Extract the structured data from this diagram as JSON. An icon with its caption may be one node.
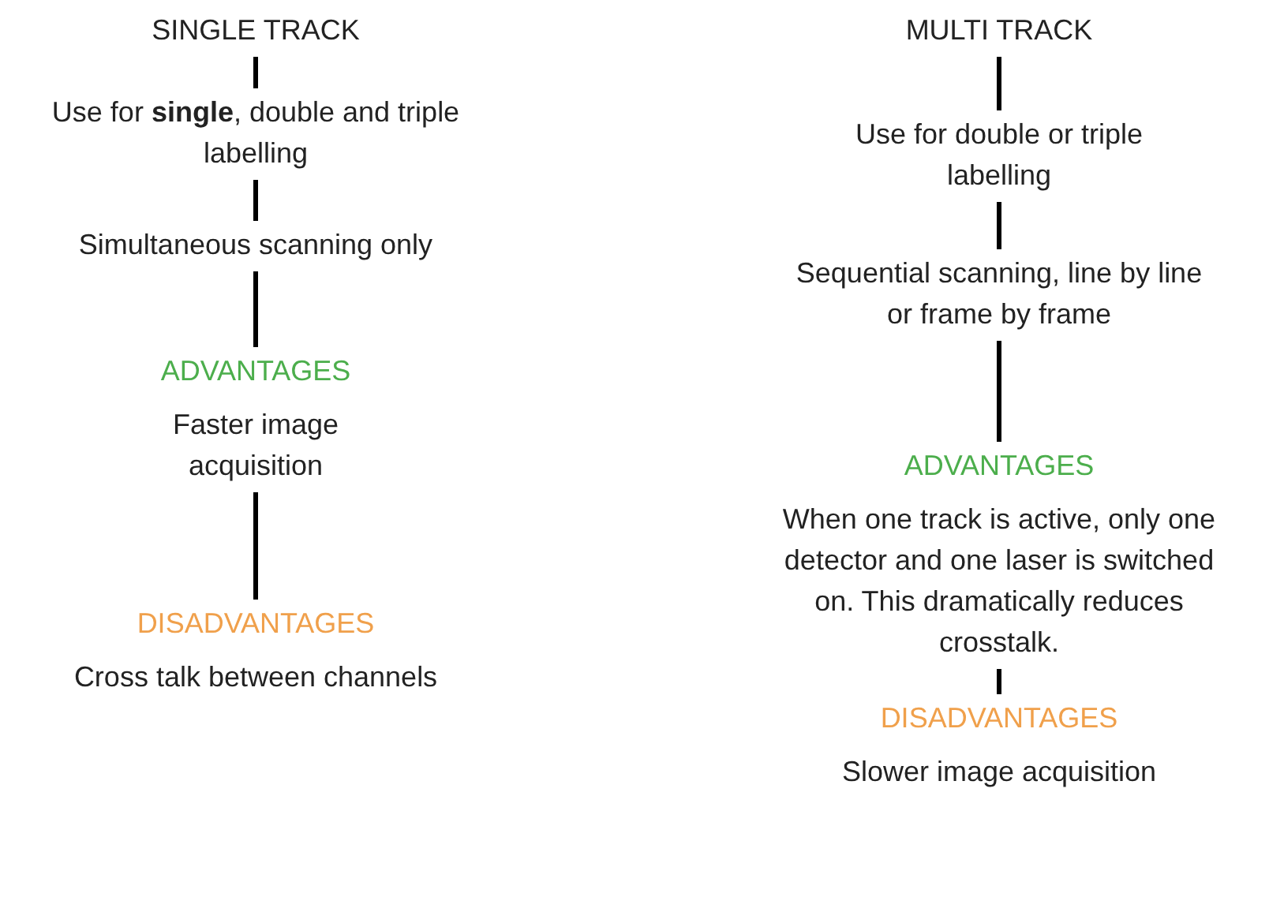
{
  "diagram": {
    "nodes": [
      {
        "text": [
          "SINGLE TRACK"
        ]
      },
      {
        "text": [
          "Use for **single**, double and triple labelling"
        ]
      },
      {
        "text": [
          "Simultaneous scanning only"
        ]
      },
      {
        "text": [
          "ADVANTAGES",
          "Faster image acquisition"
        ]
      },
      {
        "text": [
          "DISADVANTAGES",
          "Cross talk between channels"
        ]
      },
      {
        "text": [
          "MULTI TRACK"
        ]
      },
      {
        "text": [
          "Use for double or triple labelling"
        ]
      },
      {
        "text": [
          "Sequential scanning, line by line or frame by frame"
        ]
      },
      {
        "text": [
          "ADVANTAGES",
          "When one track is active, only one detector and one laser is switched on. This dramatically reduces crosstalk."
        ]
      },
      {
        "text": [
          "DISADVANTAGES",
          "Slower image acquisition"
        ]
      }
    ],
    "edges": [
      {
        "from": 0,
        "to": 1,
        "arrow": "none"
      },
      {
        "from": 1,
        "to": 2,
        "arrow": "none"
      },
      {
        "from": 2,
        "to": 3,
        "arrow": "none"
      },
      {
        "from": 3,
        "to": 4,
        "arrow": "none"
      },
      {
        "from": 5,
        "to": 6,
        "arrow": "none"
      },
      {
        "from": 6,
        "to": 7,
        "arrow": "none"
      },
      {
        "from": 7,
        "to": 8,
        "arrow": "none"
      },
      {
        "from": 8,
        "to": 9,
        "arrow": "none"
      }
    ]
  }
}
